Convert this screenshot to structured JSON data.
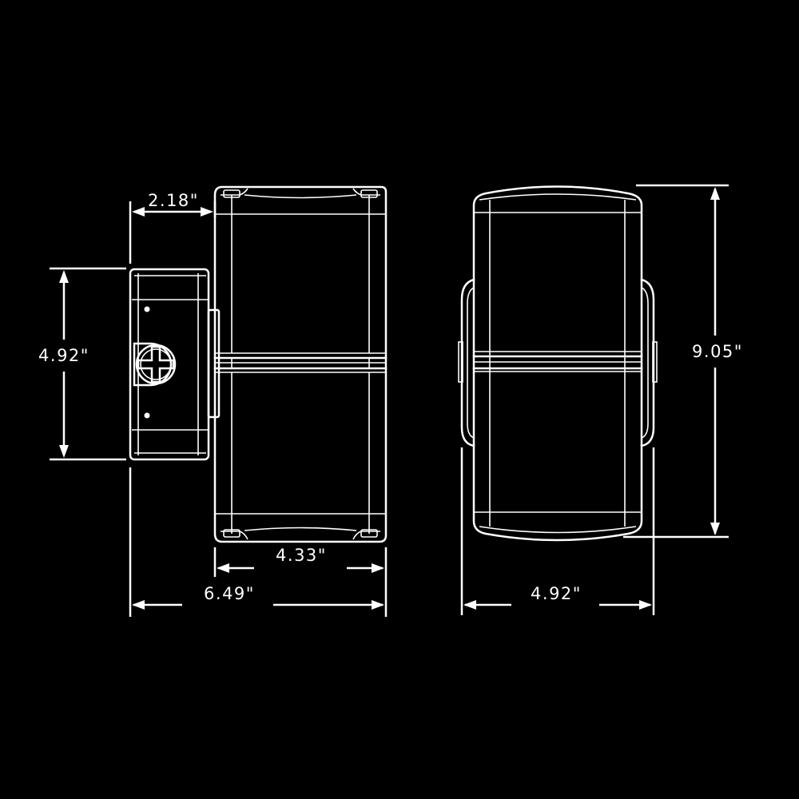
{
  "dimensions": {
    "mount_depth": "2.18\"",
    "mount_height": "4.92\"",
    "fixture_depth": "4.33\"",
    "overall_depth": "6.49\"",
    "front_width": "4.92\"",
    "front_height": "9.05\""
  },
  "colors": {
    "background": "#000000",
    "line": "#ffffff"
  }
}
